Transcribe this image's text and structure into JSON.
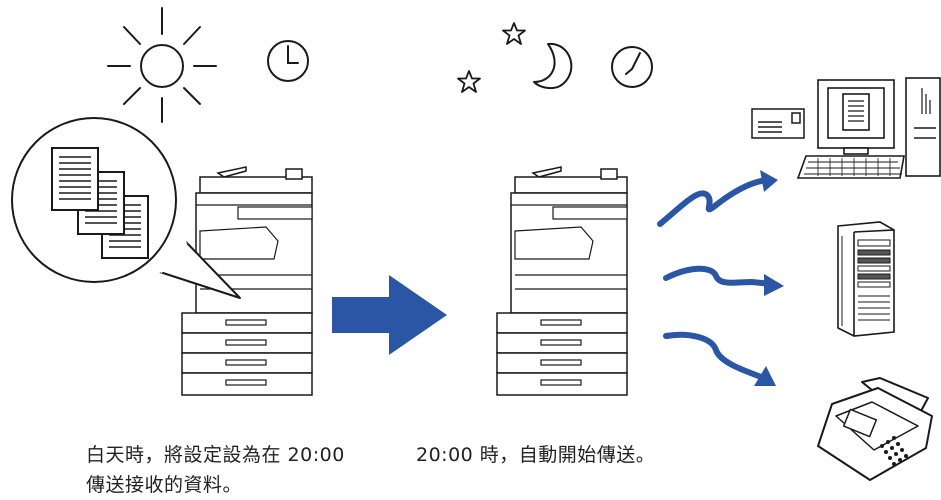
{
  "captions": {
    "left_line1": "白天時，將設定設為在 20:00",
    "left_line2": "傳送接收的資料。",
    "right_line1": "20:00 時，自動開始傳送。"
  },
  "icons": {
    "sun": "sun-icon",
    "day_clock": "clock-icon",
    "moon": "crescent-moon-icon",
    "stars": "star-icon",
    "night_clock": "clock-icon",
    "documents": "documents-icon",
    "mfp": "multifunction-printer-icon",
    "arrow": "right-arrow-icon",
    "pc": "desktop-computer-icon",
    "server": "server-icon",
    "fax": "fax-machine-icon",
    "email": "envelope-icon"
  },
  "colors": {
    "accent_blue": "#2a56a5",
    "line": "#1a1a1a"
  }
}
